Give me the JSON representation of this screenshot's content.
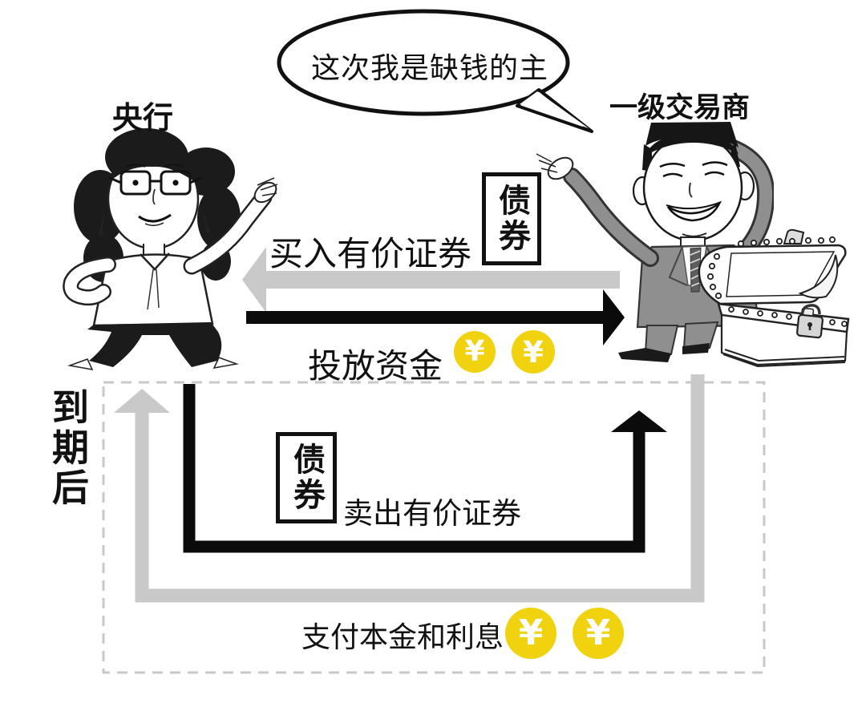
{
  "speech_bubble": {
    "text": "这次我是缺钱的主"
  },
  "actors": {
    "central_bank": {
      "label": "央行"
    },
    "primary_dealer": {
      "label": "一级交易商"
    }
  },
  "phase_initial": {
    "bond_badge": "债券",
    "securities_flow_label": "买入有价证券",
    "funds_flow_label": "投放资金",
    "coins": [
      "¥",
      "¥"
    ]
  },
  "phase_maturity": {
    "section_label": "到期后",
    "bond_badge": "债券",
    "securities_flow_label": "卖出有价证券",
    "funds_flow_label": "支付本金和利息",
    "coins": [
      "¥",
      "¥"
    ]
  },
  "colors": {
    "coin_yellow": "#F0D20E",
    "arrow_gray": "#C9C9C9",
    "arrow_black": "#0B0B0B",
    "suit_gray": "#8F8F8F",
    "dashed_border": "#C8C8C8"
  }
}
